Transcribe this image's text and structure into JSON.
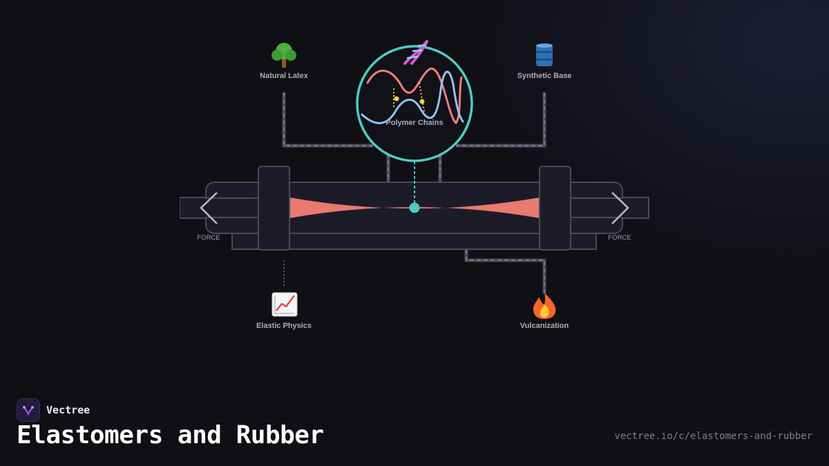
{
  "brand": {
    "name": "Vectree"
  },
  "page": {
    "title": "Elastomers and Rubber",
    "url": "vectree.io/c/elastomers-and-rubber"
  },
  "diagram": {
    "nodes": {
      "natural_latex": {
        "label": "Natural Latex",
        "icon": "tree-icon"
      },
      "synthetic_base": {
        "label": "Synthetic Base",
        "icon": "oil-barrel-icon"
      },
      "polymer_chains": {
        "label": "Polymer Chains",
        "icon": "dna-icon"
      },
      "elastic_physics": {
        "label": "Elastic Physics",
        "icon": "chart-increasing-icon"
      },
      "vulcanization": {
        "label": "Vulcanization",
        "icon": "fire-icon"
      }
    },
    "force_left": "FORCE",
    "force_right": "FORCE"
  },
  "colors": {
    "background": "#0f0f14",
    "accent_teal": "#4ecdc4",
    "band_salmon": "#e87a72",
    "chain_red": "#ff7b7b",
    "chain_blue": "#8fc5f0",
    "crosslink_yellow": "#f5d04e",
    "connector": "#4a4a5a"
  }
}
